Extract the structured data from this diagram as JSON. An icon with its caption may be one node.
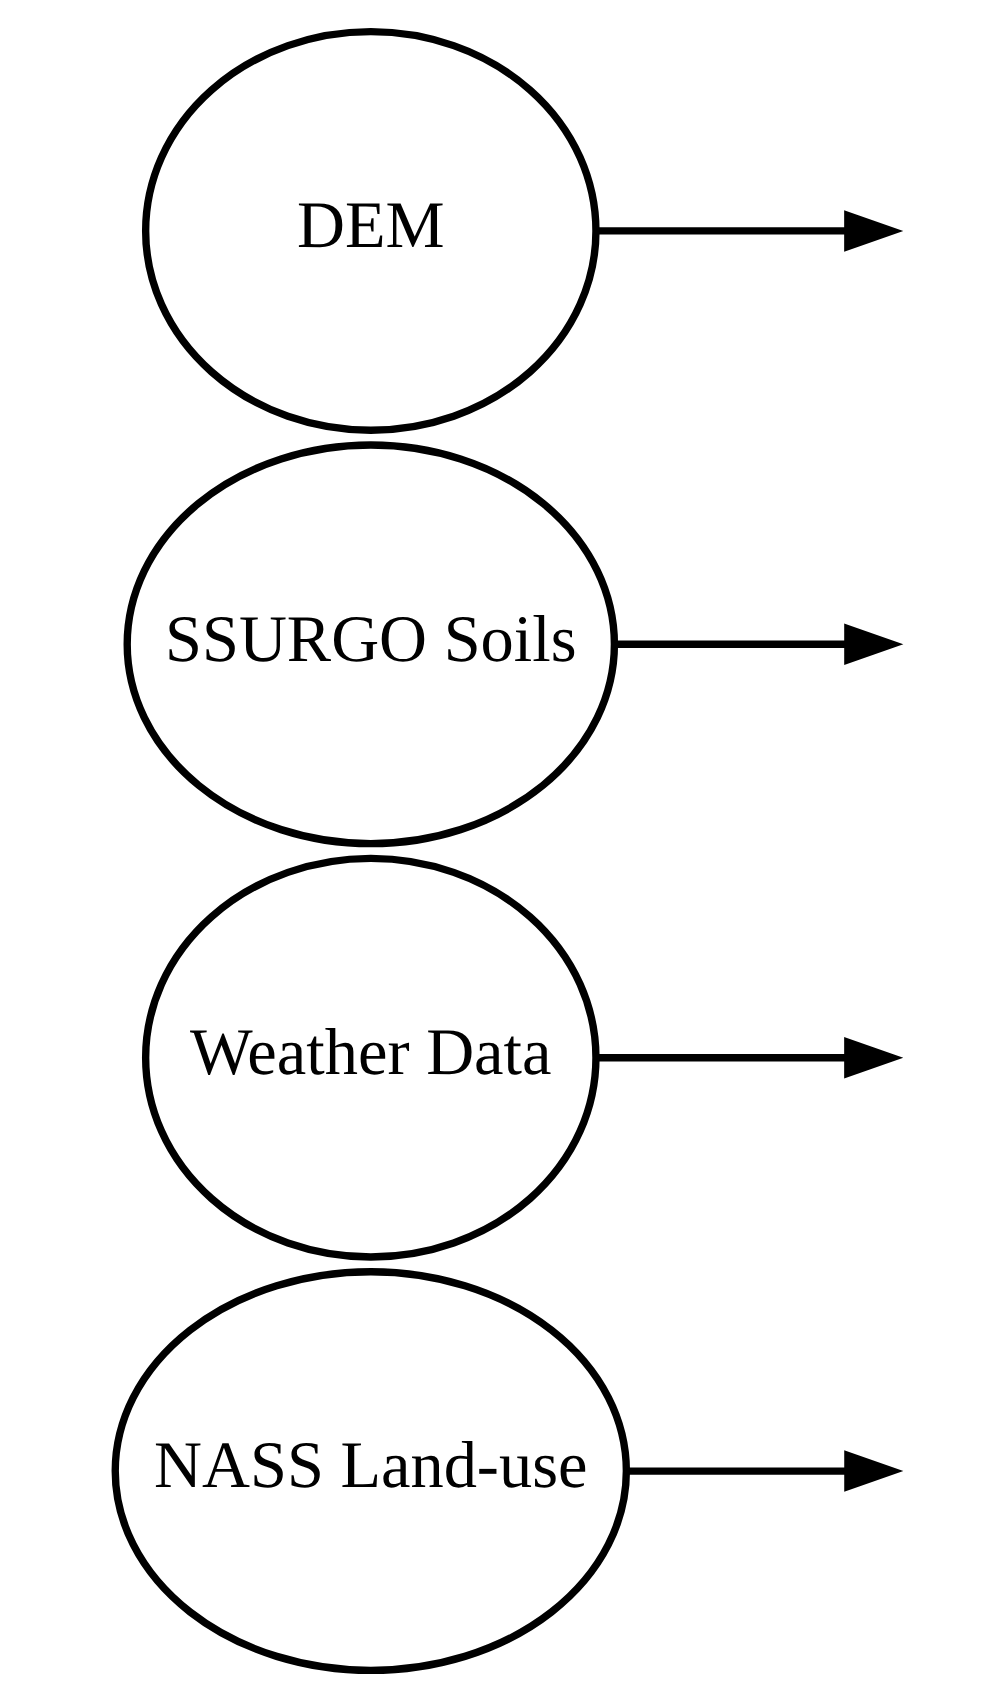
{
  "diagram": {
    "nodes": [
      {
        "text": [
          "DEM"
        ]
      },
      {
        "text": [
          "SSURGO Soils"
        ]
      },
      {
        "text": [
          "Weather Data"
        ]
      },
      {
        "text": [
          "NASS Land-use"
        ]
      }
    ],
    "edges": [
      {
        "from": 0,
        "to": null,
        "arrow": "to"
      },
      {
        "from": 1,
        "to": null,
        "arrow": "to"
      },
      {
        "from": 2,
        "to": null,
        "arrow": "to"
      },
      {
        "from": 3,
        "to": null,
        "arrow": "to"
      }
    ]
  }
}
